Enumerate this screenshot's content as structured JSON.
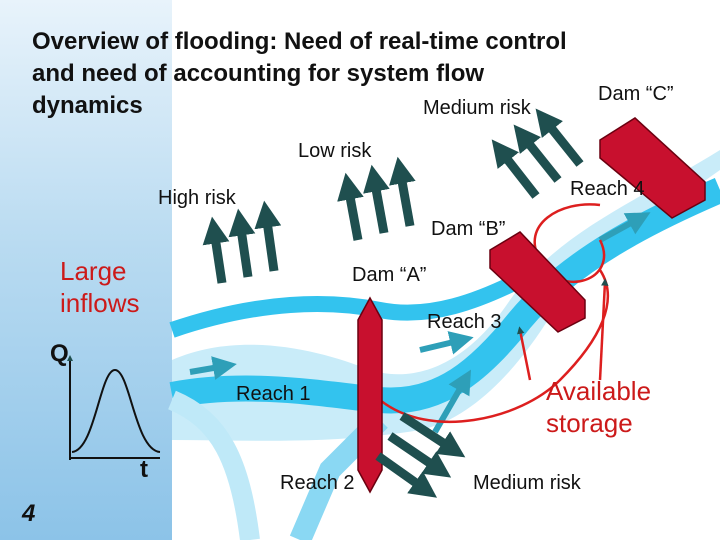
{
  "title": {
    "line1": "Overview of flooding: Need of real-time control",
    "line2": "and need of accounting for system flow",
    "line3": "dynamics"
  },
  "labels": {
    "dam_c": "Dam “C”",
    "dam_b": "Dam “B”",
    "dam_a": "Dam “A”",
    "medium_risk_top": "Medium risk",
    "low_risk": "Low risk",
    "high_risk": "High risk",
    "reach_4": "Reach 4",
    "reach_3": "Reach 3",
    "reach_1": "Reach 1",
    "reach_2": "Reach 2",
    "large_inflows_1": "Large",
    "large_inflows_2": "inflows",
    "available_storage_1": "Available",
    "available_storage_2": "storage",
    "medium_risk_bottom": "Medium risk",
    "axis_q": "Q",
    "axis_t": "t",
    "slide_number": "4"
  },
  "colors": {
    "river": "#33c3ee",
    "river_light": "#bfe9f8",
    "dam": "#c8102e",
    "arrow": "#1f4f4f",
    "storage_outline": "#dd1f1f",
    "text_red": "#cc1a1a"
  }
}
